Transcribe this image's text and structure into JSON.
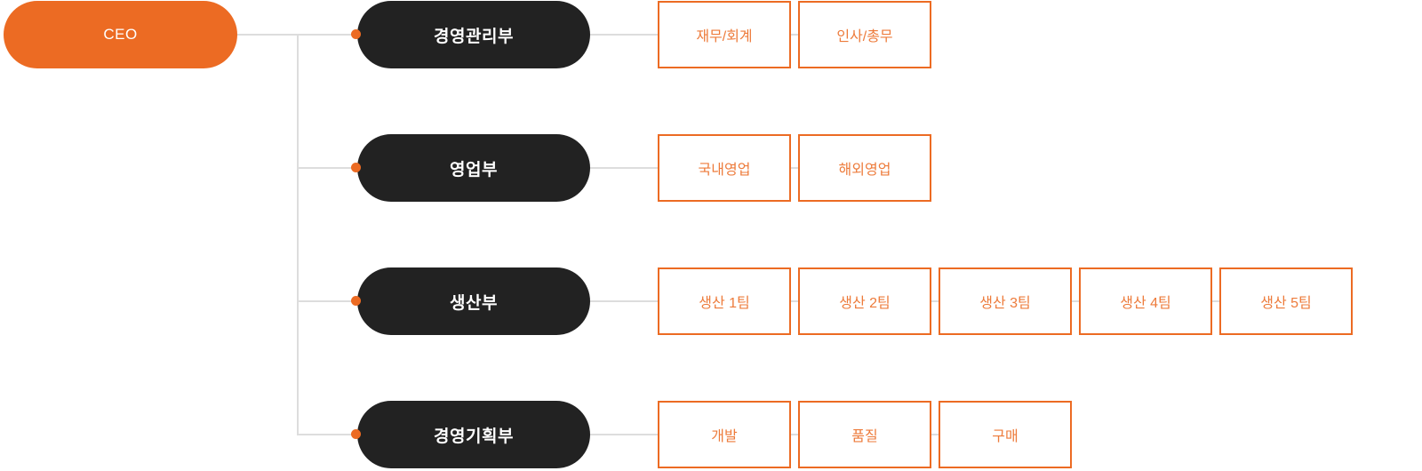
{
  "chart": {
    "type": "org-chart",
    "root": {
      "label": "CEO"
    },
    "departments": [
      {
        "label": "경영관리부",
        "teams": [
          {
            "label": "재무/회계"
          },
          {
            "label": "인사/총무"
          }
        ]
      },
      {
        "label": "영업부",
        "teams": [
          {
            "label": "국내영업"
          },
          {
            "label": "해외영업"
          }
        ]
      },
      {
        "label": "생산부",
        "teams": [
          {
            "label": "생산 1팀"
          },
          {
            "label": "생산 2팀"
          },
          {
            "label": "생산 3팀"
          },
          {
            "label": "생산 4팀"
          },
          {
            "label": "생산 5팀"
          }
        ]
      },
      {
        "label": "경영기획부",
        "teams": [
          {
            "label": "개발"
          },
          {
            "label": "품질"
          },
          {
            "label": "구매"
          }
        ]
      }
    ]
  },
  "colors": {
    "background": "#FFFFFF",
    "accent": "#EC6B23",
    "accent_soft": "#ED7B3B",
    "node_dark": "#222222",
    "connector": "#DDDDDD",
    "box_background": "#FFFFFF"
  }
}
